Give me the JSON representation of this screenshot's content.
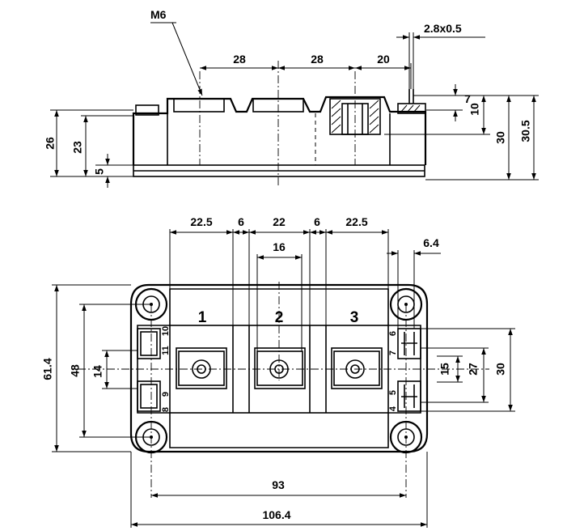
{
  "side_view": {
    "callout_thread": "M6",
    "callout_tab": "2.8x0.5",
    "dims": {
      "pitch_1": "28",
      "pitch_2": "28",
      "pitch_3": "20",
      "left_26": "26",
      "left_23": "23",
      "left_5": "5",
      "right_7": "7",
      "right_10": "10",
      "right_30": "30",
      "right_30_5": "30.5"
    }
  },
  "top_view": {
    "dims": {
      "top_22_5_a": "22.5",
      "top_6_a": "6",
      "top_22": "22",
      "top_6_b": "6",
      "top_22_5_b": "22.5",
      "top_16": "16",
      "top_6_4": "6.4",
      "left_61_4": "61.4",
      "left_48": "48",
      "left_14": "14",
      "right_15": "15",
      "right_27": "27",
      "right_30": "30",
      "bottom_93": "93",
      "bottom_106_4": "106.4"
    },
    "terminals": [
      "1",
      "2",
      "3"
    ],
    "pins_left": [
      "10",
      "11",
      "9",
      "8"
    ],
    "pins_right": [
      "6",
      "7",
      "5",
      "4"
    ]
  }
}
